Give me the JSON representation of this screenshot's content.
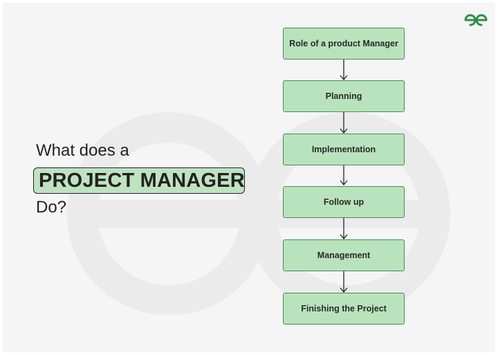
{
  "logo": {
    "icon": "geeksforgeeks-logo",
    "color": "#2f8d46"
  },
  "heading": {
    "line1": "What does a",
    "highlight": "PROJECT MANAGER",
    "line3": "Do?"
  },
  "flowchart": {
    "steps": [
      {
        "label": "Role of a product Manager"
      },
      {
        "label": "Planning"
      },
      {
        "label": "Implementation"
      },
      {
        "label": "Follow up"
      },
      {
        "label": "Management"
      },
      {
        "label": "Finishing the Project"
      }
    ],
    "box_fill": "#b9e3bd",
    "box_border": "#3f8f55",
    "arrow_color": "#222222"
  },
  "background_icon": "geeksforgeeks-watermark"
}
